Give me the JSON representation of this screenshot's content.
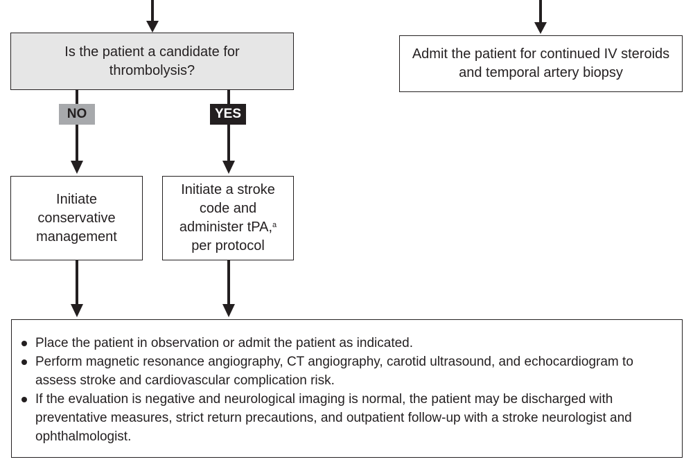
{
  "nodes": {
    "candidate_question": "Is the patient a candidate for thrombolysis?",
    "admit_patient": "Admit the patient for continued IV steroids and temporal artery biopsy",
    "conservative": "Initiate conservative management",
    "stroke_code_main": "Initiate a stroke code and administer tPA,",
    "stroke_code_footnote": "a",
    "stroke_code_tail": "per protocol"
  },
  "edge_labels": {
    "no": "NO",
    "yes": "YES"
  },
  "bullets": [
    "Place the patient in observation or admit the patient as indicated.",
    "Perform magnetic resonance angiography, CT angiography, carotid ultrasound, and echocardiogram to assess stroke and cardiovascular complication risk.",
    "If the evaluation is negative and neurological imaging is normal, the patient may be discharged with preventative measures, strict return precautions, and outpatient follow-up with a stroke neurologist and ophthalmologist."
  ],
  "colors": {
    "ink": "#231f20",
    "question_fill": "#e6e6e6",
    "no_label_fill": "#a7a9ac",
    "yes_label_fill": "#231f20"
  }
}
